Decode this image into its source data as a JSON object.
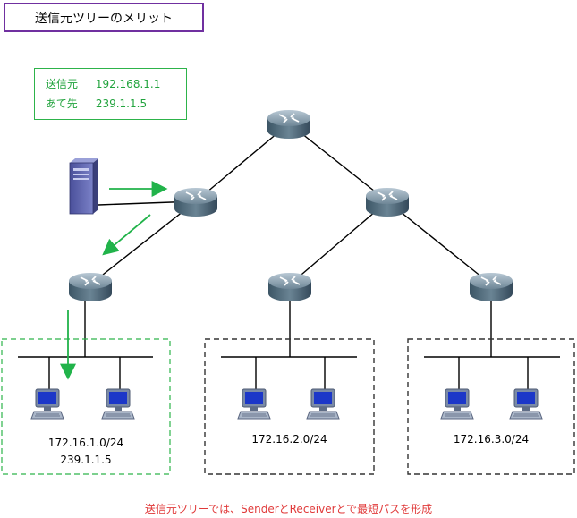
{
  "title": "送信元ツリーのメリット",
  "info": {
    "rows": [
      {
        "label": "送信元",
        "value": "192.168.1.1"
      },
      {
        "label": "あて先",
        "value": "239.1.1.5"
      }
    ]
  },
  "subnets": [
    {
      "network": "172.16.1.0/24",
      "group": "239.1.1.5"
    },
    {
      "network": "172.16.2.0/24"
    },
    {
      "network": "172.16.3.0/24"
    }
  ],
  "caption": "送信元ツリーでは、SenderとReceiverとで最短パスを形成",
  "colors": {
    "title_border": "#7030a0",
    "info_border": "#2db34a",
    "flow_arrow": "#21b34a",
    "caption_text": "#e03a3a"
  }
}
